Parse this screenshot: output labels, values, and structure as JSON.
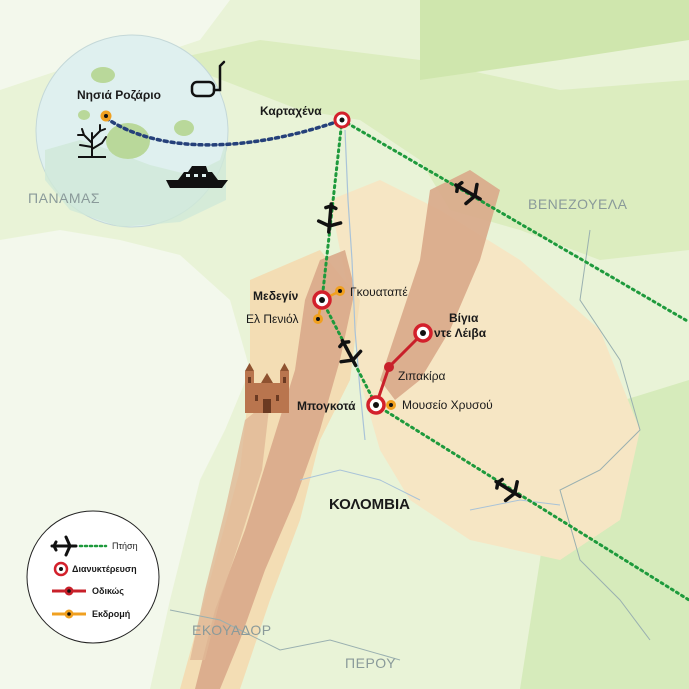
{
  "places": {
    "rosario": "Νησιά Ροζάριο",
    "cartagena": "Καρταχένα",
    "medellin": "Μεδεγίν",
    "guatape": "Γκουαταπέ",
    "penol": "Ελ Πενιόλ",
    "villa_line1": "Βίγια",
    "villa_line2": "ντε Λέιβα",
    "zipaquira": "Ζιπακίρα",
    "bogota": "Μπογκοτά",
    "gold_museum": "Μουσείο Χρυσού"
  },
  "countries": {
    "panama": "ΠΑΝΑΜΑΣ",
    "venezuela": "ΒΕΝΕΖΟΥΕΛΑ",
    "colombia": "ΚΟΛΟΜΒΙΑ",
    "ecuador": "ΕΚΟΥΑΔΟΡ",
    "peru": "ΠΕΡΟΥ"
  },
  "legend": {
    "flight": "Πτήση",
    "overnight": "Διανυκτέρευση",
    "road": "Οδικώς",
    "excursion": "Εκδρομή"
  },
  "colors": {
    "flight": "#1e9a3c",
    "overnight": "#d3202b",
    "road": "#c8202a",
    "excursion": "#f0a020",
    "boat_route": "#25407a",
    "land": "#e9f3d7",
    "mountain": "#d9a98a",
    "inset_sea": "#dff0ef"
  },
  "icons": [
    "plane-icon",
    "boat-icon",
    "snorkel-icon",
    "coral-icon",
    "cathedral-icon"
  ]
}
